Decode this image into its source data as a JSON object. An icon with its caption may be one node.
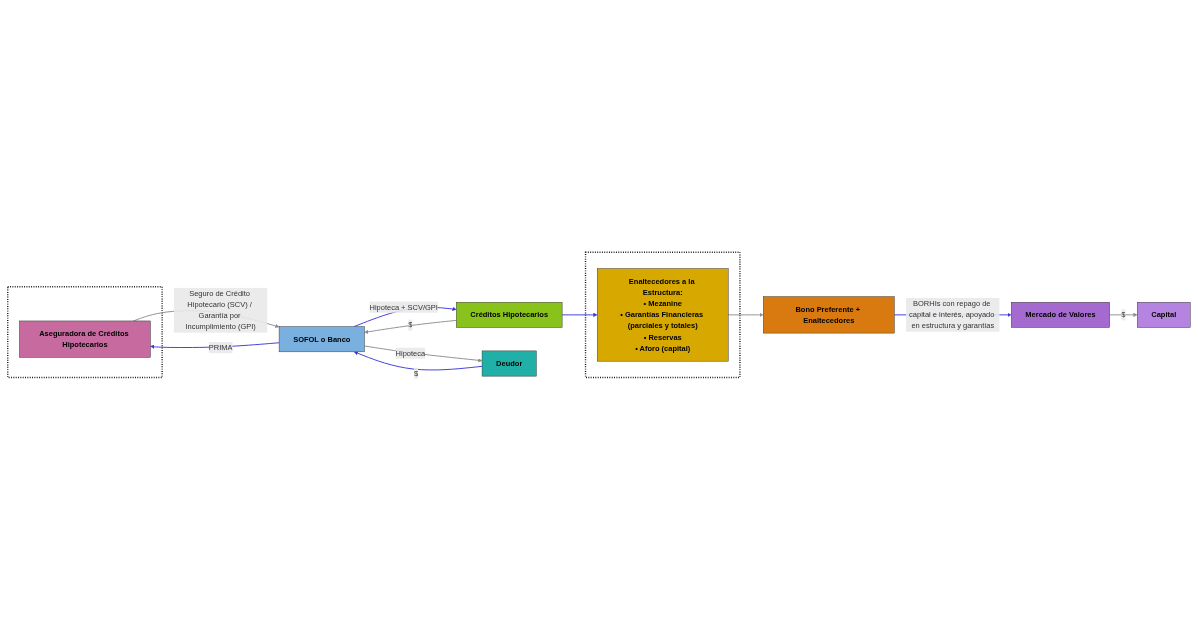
{
  "diagram": {
    "nodes": [
      {
        "text": [],
        "shape": "box"
      },
      {
        "text": [
          "Aseguradora de Créditos Hipotecarios"
        ],
        "in": 0
      },
      {
        "text": [],
        "shape": "box"
      },
      {
        "text": [
          "Enaltecedores a la Estructura:",
          "• Mezanine",
          "• Garantías Financieras (parciales y totales)",
          "• Reservas",
          "• Aforo (capital)"
        ],
        "in": 2
      },
      {
        "text": [
          "SOFOL o Banco"
        ]
      },
      {
        "text": [
          "Créditos Hipotecarios"
        ]
      },
      {
        "text": [
          "Bono Preferente + Enaltecedores"
        ]
      },
      {
        "text": [
          "Capital"
        ]
      },
      {
        "text": [
          "Mercado de Valores"
        ]
      },
      {
        "text": [
          "Deudor"
        ]
      }
    ],
    "edges": [
      {
        "from": 4,
        "to": 1,
        "arrow": "to",
        "label": "PRIMA",
        "color": "#3838d8"
      },
      {
        "from": 1,
        "to": 4,
        "arrow": "to",
        "label": "Seguro de Crédito Hipotecario (SCV) / Garantía por Incumplimiento (GPI)",
        "color": "#8c8c8c"
      },
      {
        "from": 4,
        "to": 5,
        "arrow": "to",
        "label": "Hipoteca + SCV/GPI",
        "color": "#3838d8"
      },
      {
        "from": 5,
        "to": 4,
        "arrow": "to",
        "label": "$",
        "color": "#8c8c8c"
      },
      {
        "from": 5,
        "to": 3,
        "arrow": "to",
        "color": "#3838d8"
      },
      {
        "from": 3,
        "to": 6,
        "arrow": "to",
        "color": "#8c8c8c"
      },
      {
        "from": 6,
        "to": 8,
        "arrow": "to",
        "label": "BORHIs con repago de capital e interés, apoyado en estructura y garantías",
        "color": "#3838d8"
      },
      {
        "from": 8,
        "to": 7,
        "arrow": "to",
        "label": "$",
        "color": "#8c8c8c"
      },
      {
        "from": 9,
        "to": 4,
        "arrow": "to",
        "label": "$",
        "color": "#3838d8"
      },
      {
        "from": 4,
        "to": 9,
        "arrow": "to",
        "label": "Hipoteca",
        "color": "#8c8c8c"
      }
    ]
  }
}
